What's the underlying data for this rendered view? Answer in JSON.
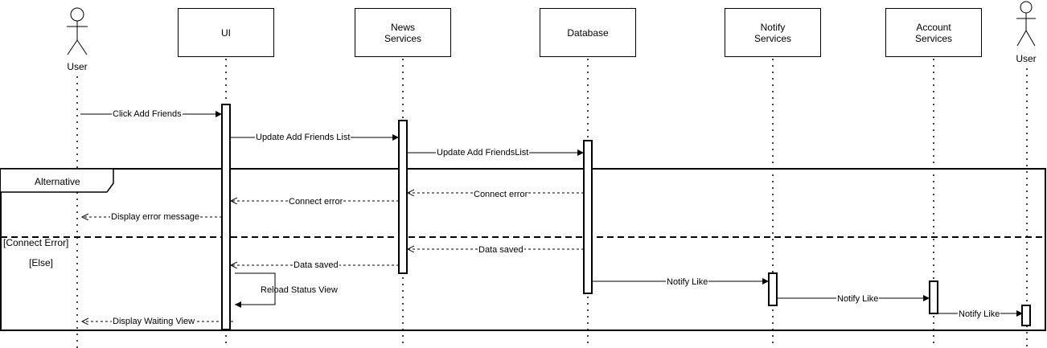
{
  "participants": [
    {
      "id": "user-left",
      "kind": "actor",
      "label": "User"
    },
    {
      "id": "ui",
      "kind": "box",
      "label": "UI"
    },
    {
      "id": "news",
      "kind": "box",
      "label": "News\nServices"
    },
    {
      "id": "database",
      "kind": "box",
      "label": "Database"
    },
    {
      "id": "notify",
      "kind": "box",
      "label": "Notify\nServices"
    },
    {
      "id": "account",
      "kind": "box",
      "label": "Account\nServices"
    },
    {
      "id": "user-right",
      "kind": "actor",
      "label": "User"
    }
  ],
  "fragment": {
    "label": "Alternative",
    "guard_1": "[Connect Error]",
    "guard_2": "[Else]"
  },
  "messages": [
    {
      "label": "Click Add Friends",
      "style": "solid"
    },
    {
      "label": "Update Add Friends List",
      "style": "solid"
    },
    {
      "label": "Update Add FriendsList",
      "style": "solid"
    },
    {
      "label": "Connect error",
      "style": "dashed"
    },
    {
      "label": "Connect error",
      "style": "dashed"
    },
    {
      "label": "Display error message",
      "style": "dashed"
    },
    {
      "label": "Data saved",
      "style": "dashed"
    },
    {
      "label": "Data saved",
      "style": "dashed"
    },
    {
      "label": "Reload Status View",
      "style": "solid"
    },
    {
      "label": "Display Waiting View",
      "style": "dashed"
    },
    {
      "label": "Notify Like",
      "style": "solid"
    },
    {
      "label": "Notify Like",
      "style": "solid"
    },
    {
      "label": "Notify Like",
      "style": "solid"
    }
  ]
}
